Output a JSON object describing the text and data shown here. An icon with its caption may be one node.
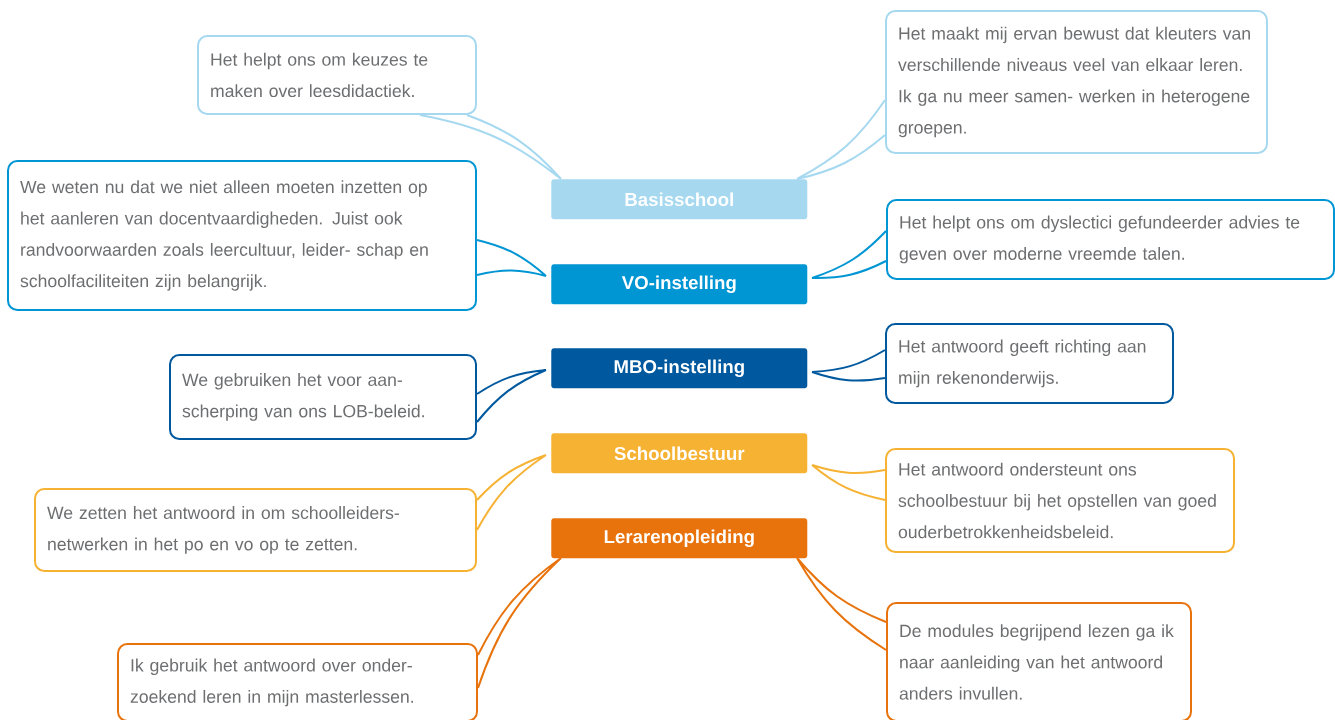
{
  "diagram": {
    "nodes": [
      {
        "text": [
          "Het helpt ons om keuzes te maken over leesdidactiek."
        ]
      },
      {
        "text": [
          "Het maakt mij ervan bewust dat kleuters van verschillende niveaus veel van elkaar leren. Ik ga nu meer samen- werken in heterogene groepen."
        ]
      },
      {
        "text": [
          "Basisschool"
        ]
      },
      {
        "text": [
          "We weten nu dat we niet alleen moeten inzetten op het aanleren van docentvaardigheden. Juist ook randvoorwaarden zoals leercultuur, leider- schap en schoolfaciliteiten zijn belangrijk."
        ]
      },
      {
        "text": [
          "Het helpt ons om dyslectici gefundeerder advies te geven over moderne vreemde talen."
        ]
      },
      {
        "text": [
          "VO-instelling"
        ]
      },
      {
        "text": [
          "We gebruiken het voor aan- scherping van ons LOB-beleid."
        ]
      },
      {
        "text": [
          "Het antwoord geeft richting aan mijn rekenonderwijs."
        ]
      },
      {
        "text": [
          "MBO-instelling"
        ]
      },
      {
        "text": [
          "Schoolbestuur"
        ]
      },
      {
        "text": [
          "Het antwoord ondersteunt ons schoolbestuur bij het opstellen van goed ouderbetrokkenheidsbeleid."
        ]
      },
      {
        "text": [
          "We zetten het antwoord in om schoolleiders- netwerken in het po en vo op te zetten."
        ]
      },
      {
        "text": [
          "Lerarenopleiding"
        ]
      },
      {
        "text": [
          "De modules begrijpend lezen ga ik naar aanleiding van het antwoord anders invullen."
        ]
      },
      {
        "text": [
          "Ik gebruik het antwoord over onder- zoekend leren in mijn masterlessen."
        ]
      }
    ],
    "edges": [
      {
        "from": 0,
        "to": 2,
        "arrow": "none",
        "color": "#a6d9f0"
      },
      {
        "from": 1,
        "to": 2,
        "arrow": "none",
        "color": "#a6d9f0"
      },
      {
        "from": 3,
        "to": 5,
        "arrow": "none",
        "color": "#0095d3"
      },
      {
        "from": 4,
        "to": 5,
        "arrow": "none",
        "color": "#0095d3"
      },
      {
        "from": 6,
        "to": 8,
        "arrow": "none",
        "color": "#00599e"
      },
      {
        "from": 7,
        "to": 8,
        "arrow": "none",
        "color": "#00599e"
      },
      {
        "from": 10,
        "to": 9,
        "arrow": "none",
        "color": "#f6b233"
      },
      {
        "from": 11,
        "to": 9,
        "arrow": "none",
        "color": "#f6b233"
      },
      {
        "from": 13,
        "to": 12,
        "arrow": "none",
        "color": "#e8730c"
      },
      {
        "from": 14,
        "to": 12,
        "arrow": "none",
        "color": "#e8730c"
      }
    ]
  }
}
